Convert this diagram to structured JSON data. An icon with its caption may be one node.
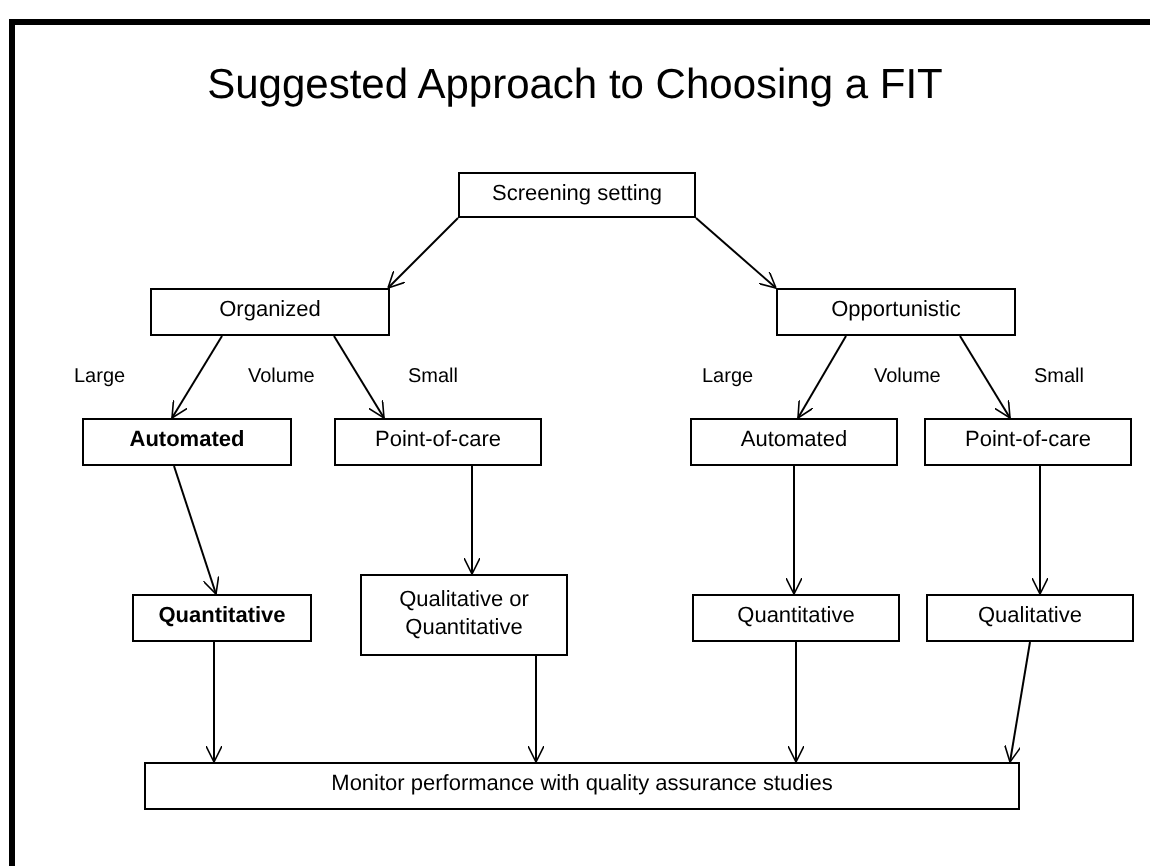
{
  "diagram": {
    "title": "Suggested Approach to Choosing a FIT",
    "nodes": [
      {
        "text": [
          "Screening setting"
        ]
      },
      {
        "text": [
          "Organized"
        ]
      },
      {
        "text": [
          "Opportunistic"
        ]
      },
      {
        "text": [
          "Automated"
        ]
      },
      {
        "text": [
          "Point-of-care"
        ]
      },
      {
        "text": [
          "Automated"
        ]
      },
      {
        "text": [
          "Point-of-care"
        ]
      },
      {
        "text": [
          "Quantitative"
        ]
      },
      {
        "text": [
          "Qualitative or Quantitative"
        ]
      },
      {
        "text": [
          "Quantitative"
        ]
      },
      {
        "text": [
          "Qualitative"
        ]
      },
      {
        "text": [
          "Monitor performance with quality assurance studies"
        ]
      }
    ],
    "edges": [
      {
        "from": 0,
        "to": 1,
        "arrow": "to"
      },
      {
        "from": 0,
        "to": 2,
        "arrow": "to"
      },
      {
        "from": 1,
        "to": 3,
        "arrow": "to"
      },
      {
        "from": 1,
        "to": 4,
        "arrow": "to"
      },
      {
        "from": 2,
        "to": 5,
        "arrow": "to"
      },
      {
        "from": 2,
        "to": 6,
        "arrow": "to"
      },
      {
        "from": 3,
        "to": 7,
        "arrow": "to"
      },
      {
        "from": 4,
        "to": 8,
        "arrow": "to"
      },
      {
        "from": 5,
        "to": 9,
        "arrow": "to"
      },
      {
        "from": 6,
        "to": 10,
        "arrow": "to"
      },
      {
        "from": 7,
        "to": 11,
        "arrow": "to"
      },
      {
        "from": 8,
        "to": 11,
        "arrow": "to"
      },
      {
        "from": 9,
        "to": 11,
        "arrow": "to"
      },
      {
        "from": 10,
        "to": 11,
        "arrow": "to"
      }
    ],
    "labels": [
      "Large",
      "Volume",
      "Small",
      "Large",
      "Volume",
      "Small"
    ]
  }
}
